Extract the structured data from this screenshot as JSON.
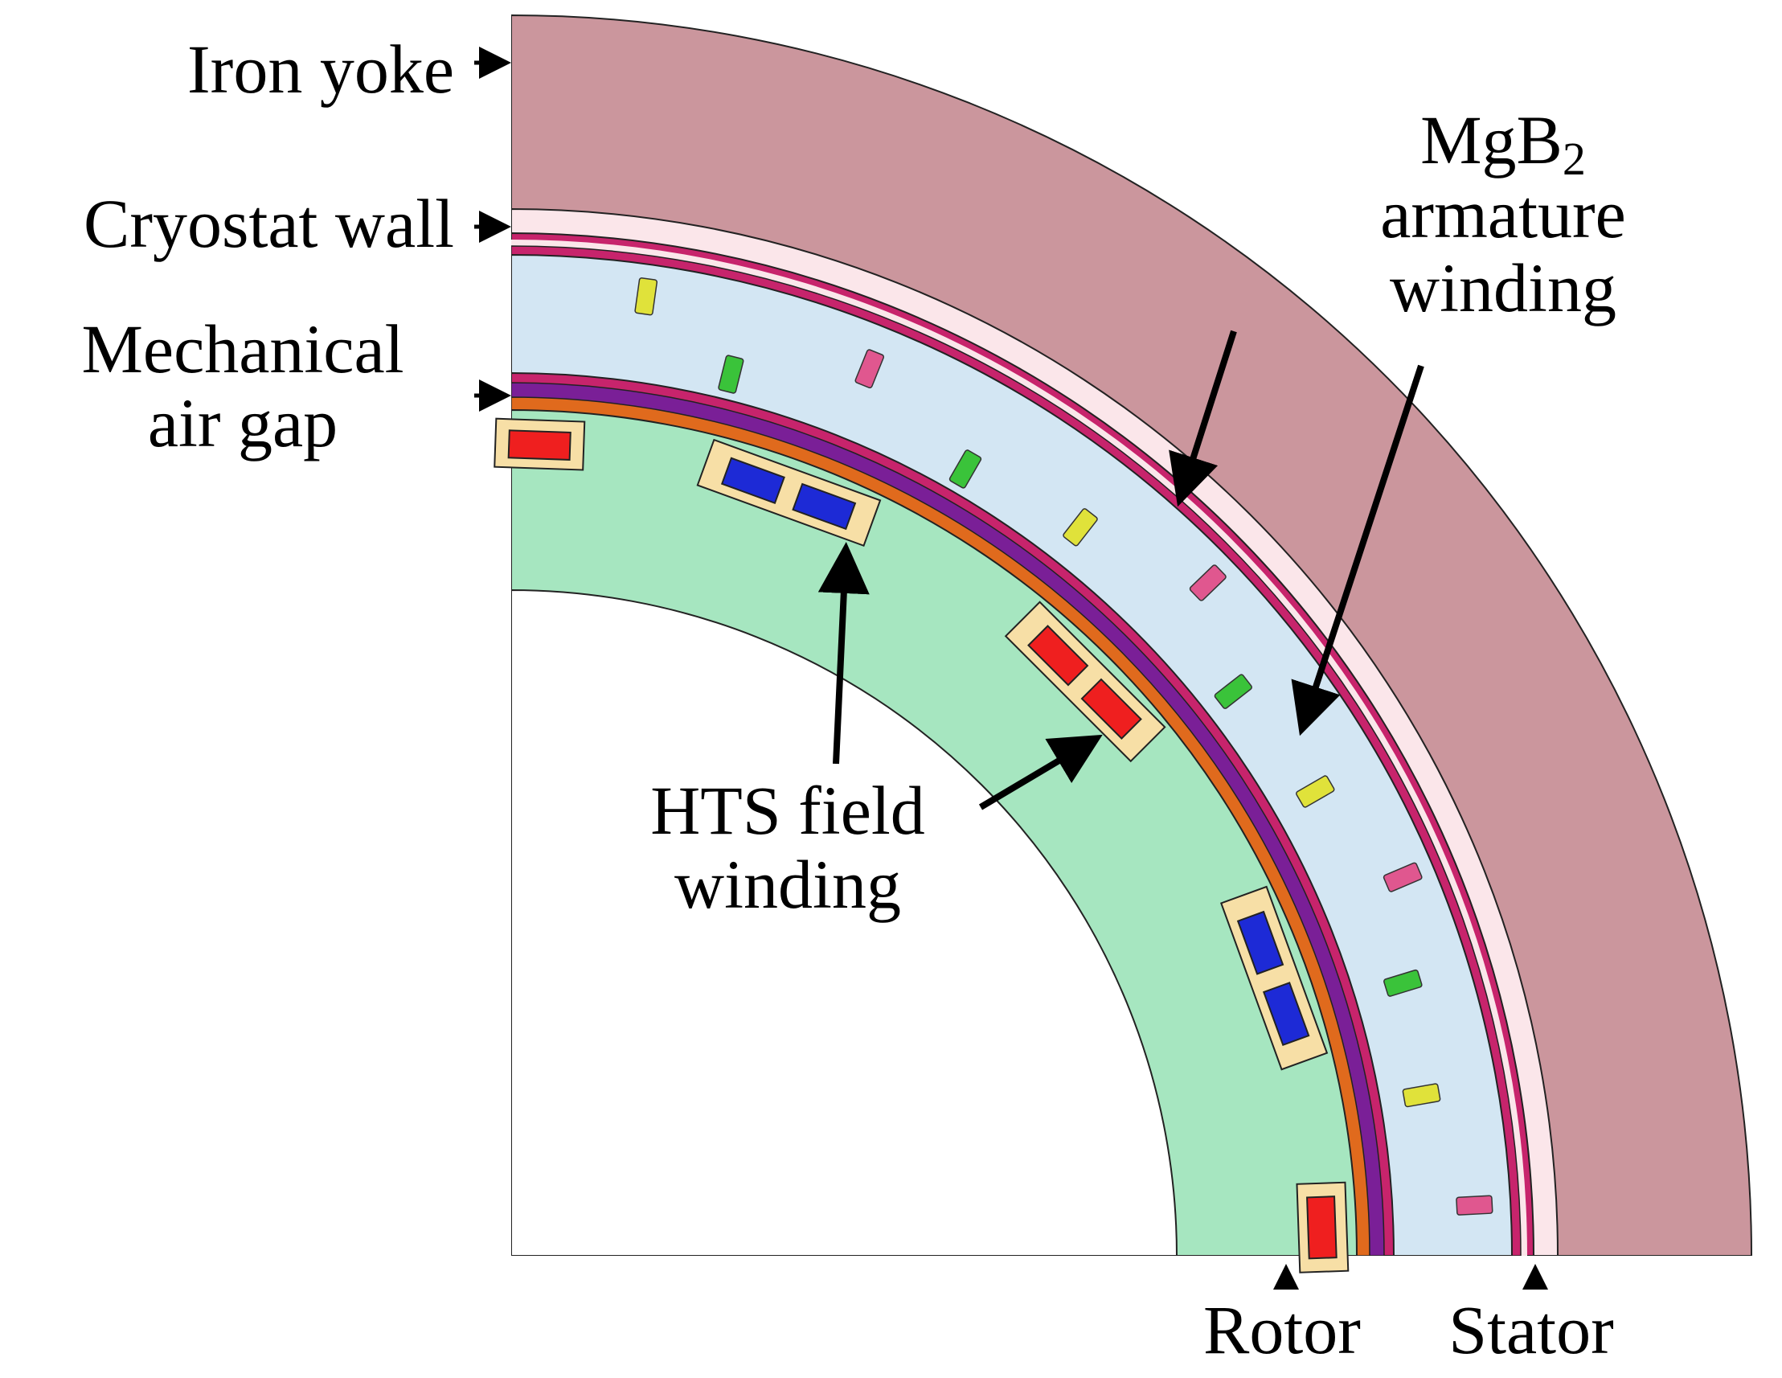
{
  "labels": {
    "iron_yoke": "Iron yoke",
    "cryostat_wall": "Cryostat wall",
    "mechanical_air_gap_line1": "Mechanical",
    "mechanical_air_gap_line2": "air gap",
    "mgb2_base": "MgB",
    "mgb2_subscript": "2",
    "armature_line1": "armature",
    "armature_line2": "winding",
    "hts_line1": "HTS field",
    "hts_line2": "winding",
    "rotor": "Rotor",
    "stator": "Stator"
  },
  "colors": {
    "iron_yoke": "#cb969d",
    "cryostat_wall": "#fbe6ea",
    "stator_shell": "#c7246c",
    "armature_space": "#d3e6f3",
    "rotor_shell_outer": "#c7246c",
    "rotor_shell_purple": "#7a1f97",
    "rotor_shell_orange": "#e06a1d",
    "rotor_core": "#a6e6c0",
    "coil_holder": "#f7dfa6",
    "hts_red": "#ef1f1f",
    "hts_blue": "#1d2ad6",
    "armature_yellow": "#e0e23a",
    "armature_pink": "#e0578f",
    "armature_green": "#3ac33a"
  }
}
